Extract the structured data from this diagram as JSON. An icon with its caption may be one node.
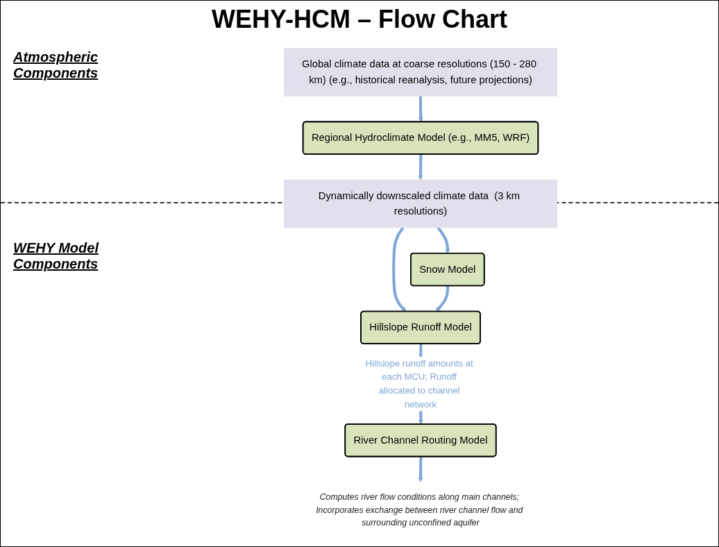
{
  "diagram": {
    "title": "WEHY-HCM – Flow Chart",
    "nodes": [
      {
        "text": [
          "Global climate data at coarse resolutions (150 - 280 km) (e.g., historical reanalysis, future projections)"
        ]
      },
      {
        "text": [
          "Regional Hydroclimate Model (e.g., MM5, WRF)"
        ]
      },
      {
        "text": [
          "Dynamically downscaled climate data  (3 km resolutions)"
        ]
      },
      {
        "text": [
          "Snow Model"
        ]
      },
      {
        "text": [
          "Hillslope Runoff Model"
        ]
      },
      {
        "text": [
          "River Channel Routing Model"
        ]
      },
      {
        "text": [
          "Computes river flow conditions along main channels; Incorporates exchange between river channel flow and surrounding unconfined aquifer"
        ]
      }
    ],
    "edges": [
      {
        "from": 0,
        "to": 1,
        "arrow": "to"
      },
      {
        "from": 1,
        "to": 2,
        "arrow": "to"
      },
      {
        "from": 2,
        "to": 3,
        "arrow": "to"
      },
      {
        "from": 2,
        "to": 4,
        "arrow": "to"
      },
      {
        "from": 3,
        "to": 4,
        "arrow": "to"
      },
      {
        "from": 4,
        "to": 5,
        "arrow": "to",
        "label": "Hillslope runoff amounts at each MCU; Runoff allocated to channel network"
      },
      {
        "from": 5,
        "to": 6,
        "arrow": "to"
      }
    ],
    "labels": [
      "Atmospheric Components",
      "WEHY Model Components"
    ]
  }
}
